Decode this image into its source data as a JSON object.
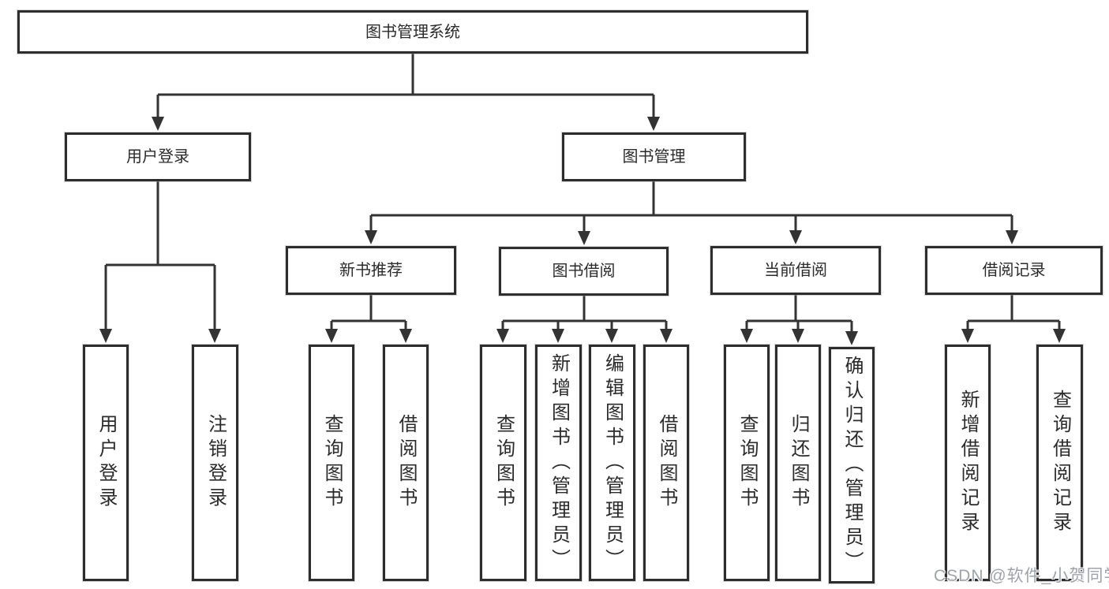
{
  "tree": {
    "root": "图书管理系统",
    "branches": [
      {
        "label": "用户登录",
        "leaves": [
          "用户登录",
          "注销登录"
        ]
      },
      {
        "label": "图书管理",
        "groups": [
          {
            "label": "新书推荐",
            "leaves": [
              "查询图书",
              "借阅图书"
            ]
          },
          {
            "label": "图书借阅",
            "leaves": [
              "查询图书",
              "新增图书（管理员）",
              "编辑图书（管理员）",
              "借阅图书"
            ]
          },
          {
            "label": "当前借阅",
            "leaves": [
              "查询图书",
              "归还图书",
              "确认归还（管理员）"
            ]
          },
          {
            "label": "借阅记录",
            "leaves": [
              "新增借阅记录",
              "查询借阅记录"
            ]
          }
        ]
      }
    ]
  },
  "watermark": "CSDN @软件_小贺同学",
  "colors": {
    "line": "#333333",
    "box_border": "#2d2d2d",
    "box_fill": "#ffffff",
    "text": "#2b2b2b",
    "watermark": "#9ca3ab"
  }
}
